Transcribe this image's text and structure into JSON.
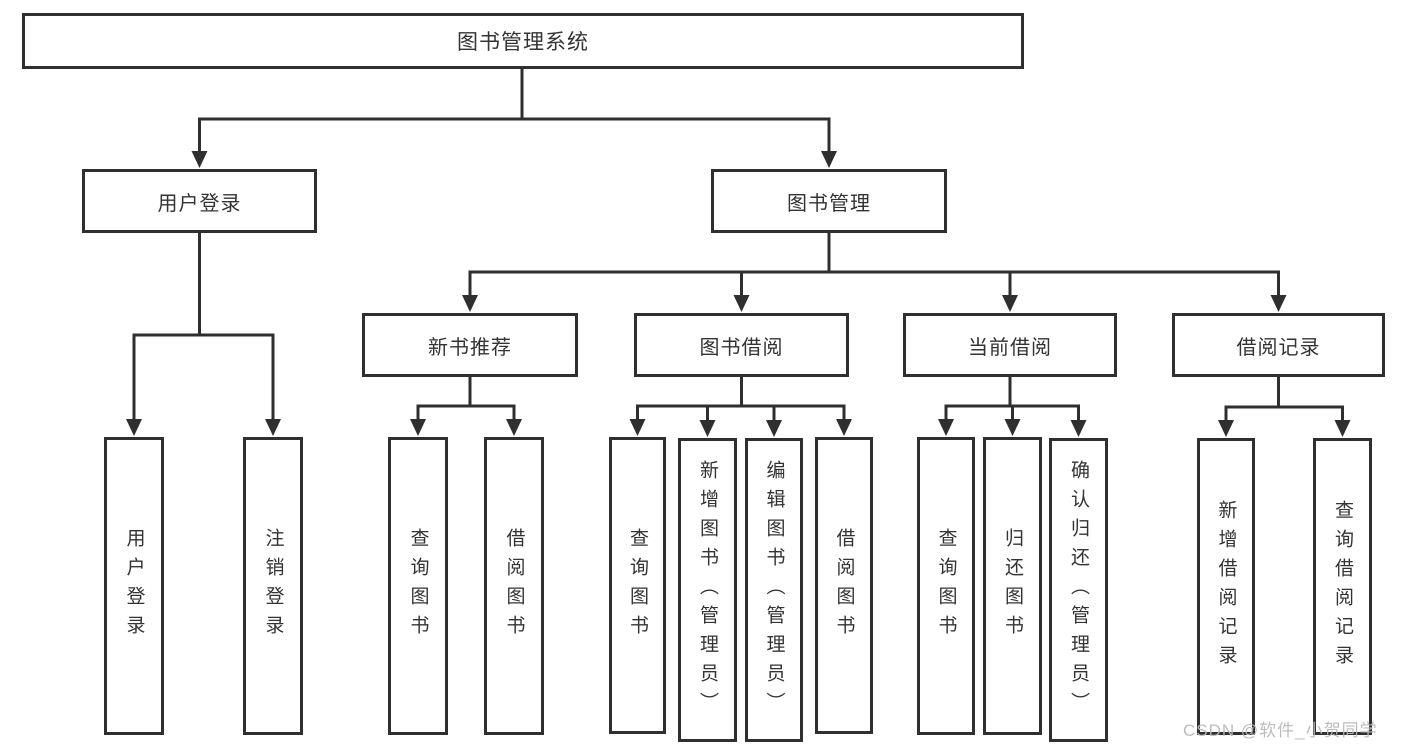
{
  "diagram": {
    "root": {
      "label": "图书管理系统"
    },
    "branches": [
      {
        "label": "用户登录",
        "children": [
          {
            "label": "用户登录"
          },
          {
            "label": "注销登录"
          }
        ]
      },
      {
        "label": "图书管理",
        "children": [
          {
            "label": "新书推荐",
            "children": [
              {
                "label": "查询图书"
              },
              {
                "label": "借阅图书"
              }
            ]
          },
          {
            "label": "图书借阅",
            "children": [
              {
                "label": "查询图书"
              },
              {
                "label": "新增图书（管理员）"
              },
              {
                "label": "编辑图书（管理员）"
              },
              {
                "label": "借阅图书"
              }
            ]
          },
          {
            "label": "当前借阅",
            "children": [
              {
                "label": "查询图书"
              },
              {
                "label": "归还图书"
              },
              {
                "label": "确认归还（管理员）"
              }
            ]
          },
          {
            "label": "借阅记录",
            "children": [
              {
                "label": "新增借阅记录"
              },
              {
                "label": "查询借阅记录"
              }
            ]
          }
        ]
      }
    ]
  },
  "watermark": {
    "text": "CSDN @软件_小贺同学"
  },
  "colors": {
    "line": "#2f2f2f",
    "text": "#333333",
    "watermark": "#b9b9b9",
    "background": "#ffffff"
  }
}
